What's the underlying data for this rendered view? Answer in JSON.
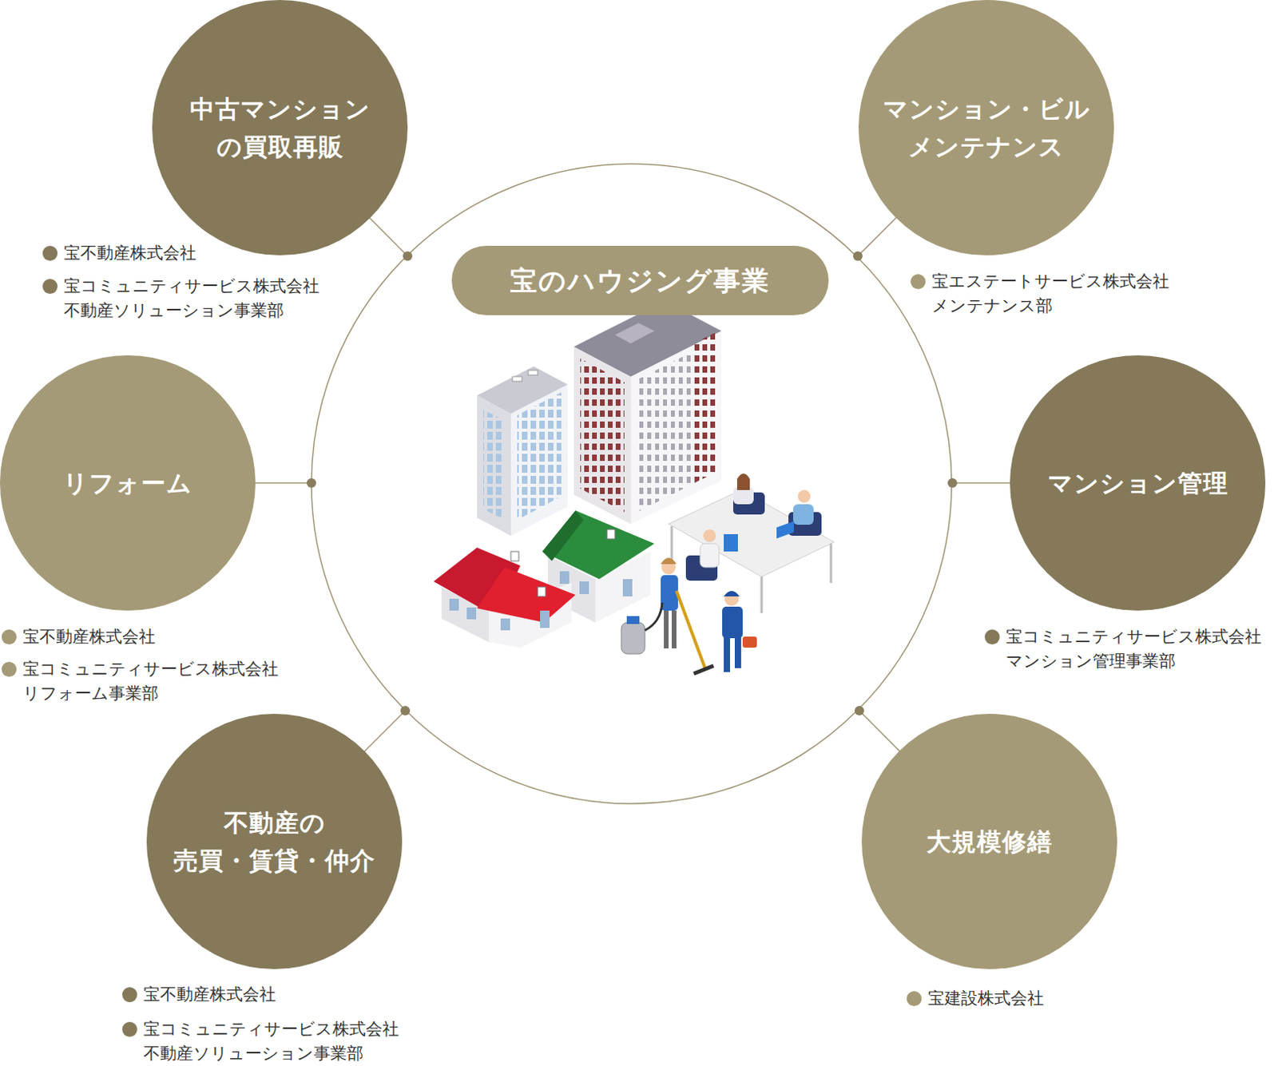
{
  "diagram": {
    "nodes": [
      {
        "text": [
          "中古マンション の買取再販"
        ]
      },
      {
        "text": [
          "マンション・ビル メンテナンス"
        ]
      },
      {
        "text": [
          "宝のハウジング事業"
        ]
      },
      {
        "text": [
          "リフォーム"
        ]
      },
      {
        "text": [
          "マンション管理"
        ]
      },
      {
        "text": [
          "不動産の 売買・賃貸・仲介"
        ]
      },
      {
        "text": [
          "大規模修繕"
        ]
      }
    ],
    "labels": [
      "宝不動産株式会社",
      "宝コミュニティサービス株式会社 不動産ソリューション事業部",
      "宝エステートサービス株式会社 メンテナンス部",
      "宝不動産株式会社",
      "宝コミュニティサービス株式会社 リフォーム事業部",
      "宝コミュニティサービス株式会社 マンション管理事業部",
      "宝不動産株式会社",
      "宝コミュニティサービス株式会社 不動産ソリューション事業部",
      "宝建設株式会社"
    ]
  }
}
